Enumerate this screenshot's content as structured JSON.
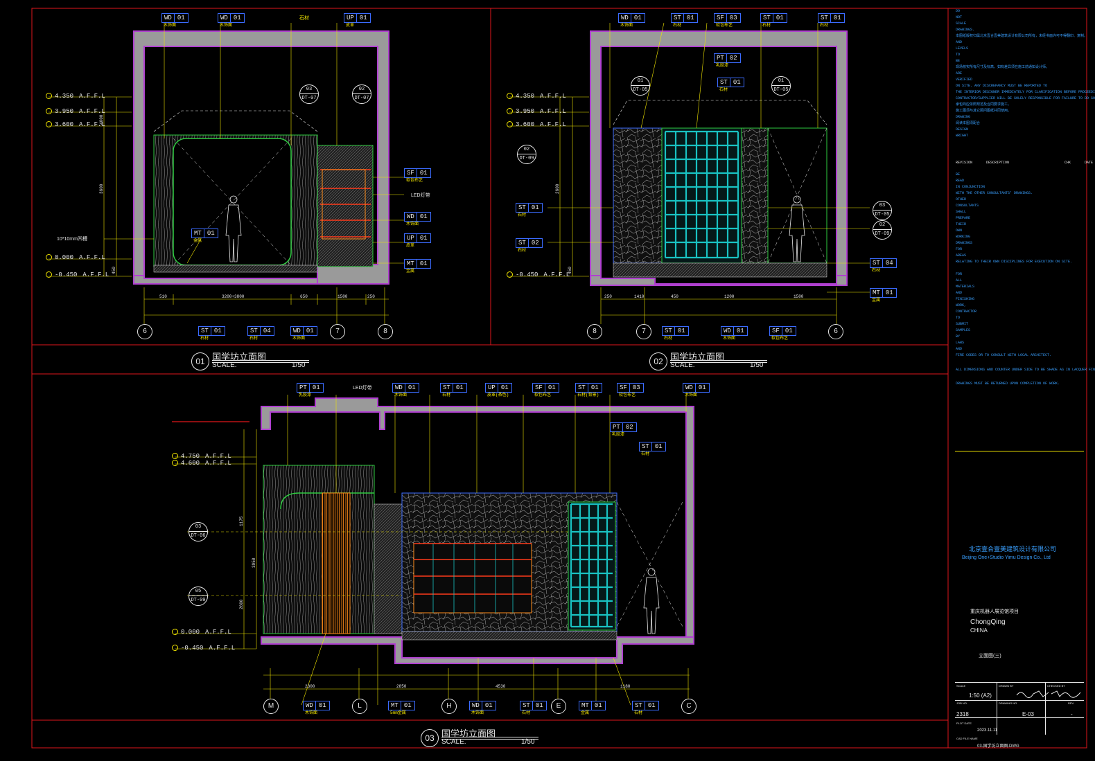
{
  "colors": {
    "background": "#000000",
    "frame": "#e0161b",
    "dimension": "#f2e600",
    "tag": "#3b6bff",
    "wall": "#9a9a9a",
    "wall_outline": "#b040d0",
    "wood": "#ff8c1a",
    "grid": "#19c2c2",
    "led": "#ff3a1a",
    "green": "#2ecc40",
    "white": "#e8e8e8",
    "note": "#3aa0ff"
  },
  "view1": {
    "number": "01",
    "title": "国学坊立面图",
    "scale_label": "SCALE.",
    "scale_value": "1/50",
    "top_tags": [
      {
        "code": "WD",
        "num": "01",
        "desc": "木饰面"
      },
      {
        "code": "WD",
        "num": "01",
        "desc": "木饰面"
      },
      {
        "code": "",
        "num": "",
        "desc": "石材"
      },
      {
        "code": "UP",
        "num": "01",
        "desc": "皮革"
      }
    ],
    "right_tags": [
      {
        "code": "SF",
        "num": "01",
        "desc": "软包布艺"
      },
      {
        "code": "",
        "num": "",
        "desc": "LED灯带"
      },
      {
        "code": "WD",
        "num": "01",
        "desc": "木饰面"
      },
      {
        "code": "UP",
        "num": "01",
        "desc": "皮革"
      },
      {
        "code": "MT",
        "num": "01",
        "desc": "金属"
      }
    ],
    "bottom_tags": [
      {
        "code": "ST",
        "num": "01",
        "desc": "石材"
      },
      {
        "code": "ST",
        "num": "04",
        "desc": "石材"
      },
      {
        "code": "WD",
        "num": "01",
        "desc": "木饰面"
      }
    ],
    "inner_tag": {
      "code": "MT",
      "num": "01",
      "desc": "金属"
    },
    "callouts": [
      {
        "num": "03",
        "sheet": "DT-07"
      },
      {
        "num": "02",
        "sheet": "DT-07"
      }
    ],
    "levels": [
      {
        "value": "4.350",
        "suffix": "A.F.F.L"
      },
      {
        "value": "3.950",
        "suffix": "A.F.F.L"
      },
      {
        "value": "3.600",
        "suffix": "A.F.F.L"
      },
      {
        "value": "0.000",
        "suffix": "A.F.F.L"
      },
      {
        "value": "-0.450",
        "suffix": "A.F.F.L"
      }
    ],
    "side_note": "10*10mm凹槽",
    "axes": [
      "6",
      "7",
      "8"
    ],
    "dims": [
      "510",
      "3200+3800",
      "650",
      "1500",
      "250"
    ],
    "height_dims": [
      "3600",
      "450",
      "4000"
    ]
  },
  "view2": {
    "number": "02",
    "title": "国学坊立面图",
    "scale_label": "SCALE.",
    "scale_value": "1/50",
    "top_tags": [
      {
        "code": "WD",
        "num": "01",
        "desc": "木饰面"
      },
      {
        "code": "ST",
        "num": "01",
        "desc": "石材"
      },
      {
        "code": "SF",
        "num": "03",
        "desc": "软包布艺"
      },
      {
        "code": "ST",
        "num": "01",
        "desc": "石材"
      },
      {
        "code": "ST",
        "num": "01",
        "desc": "石材"
      }
    ],
    "mid_tags": [
      {
        "code": "PT",
        "num": "02",
        "desc": "乳胶漆"
      },
      {
        "code": "ST",
        "num": "01",
        "desc": "石材"
      }
    ],
    "left_tags": [
      {
        "code": "ST",
        "num": "01",
        "desc": "石材"
      },
      {
        "code": "ST",
        "num": "02",
        "desc": "石材"
      }
    ],
    "right_tags": [
      {
        "code": "ST",
        "num": "04",
        "desc": "石材"
      },
      {
        "code": "MT",
        "num": "01",
        "desc": "金属"
      }
    ],
    "bottom_tags": [
      {
        "code": "ST",
        "num": "01",
        "desc": "石材"
      },
      {
        "code": "WD",
        "num": "01",
        "desc": "木饰面"
      },
      {
        "code": "SF",
        "num": "01",
        "desc": "软包布艺"
      }
    ],
    "callouts": [
      {
        "num": "01",
        "sheet": "DT-05"
      },
      {
        "num": "01",
        "sheet": "DT-05"
      },
      {
        "num": "02",
        "sheet": "DT-09"
      },
      {
        "num": "03",
        "sheet": "DT-05"
      },
      {
        "num": "02",
        "sheet": "DT-09"
      }
    ],
    "levels": [
      {
        "value": "4.350",
        "suffix": "A.F.F.L"
      },
      {
        "value": "3.950",
        "suffix": "A.F.F.L"
      },
      {
        "value": "3.600",
        "suffix": "A.F.F.L"
      },
      {
        "value": "-0.450",
        "suffix": "A.F.F.L"
      }
    ],
    "axes": [
      "8",
      "7",
      "6"
    ],
    "dims": [
      "250",
      "1410",
      "450",
      "1200",
      "1500"
    ],
    "height_dims": [
      "2600",
      "450"
    ]
  },
  "view3": {
    "number": "03",
    "title": "国学坊立面图",
    "scale_label": "SCALE.",
    "scale_value": "1/50",
    "top_tags": [
      {
        "code": "PT",
        "num": "01",
        "desc": "乳胶漆"
      },
      {
        "code": "",
        "num": "",
        "desc": "LED灯带"
      },
      {
        "code": "WD",
        "num": "01",
        "desc": "木饰面"
      },
      {
        "code": "ST",
        "num": "01",
        "desc": "石材"
      },
      {
        "code": "UP",
        "num": "01",
        "desc": "皮革(茶色)"
      },
      {
        "code": "SF",
        "num": "01",
        "desc": "软包布艺"
      },
      {
        "code": "ST",
        "num": "01",
        "desc": "石材(背景)"
      },
      {
        "code": "SF",
        "num": "03",
        "desc": "软包布艺"
      },
      {
        "code": "WD",
        "num": "01",
        "desc": "木饰面"
      }
    ],
    "mid_tags": [
      {
        "code": "PT",
        "num": "02",
        "desc": "乳胶漆"
      },
      {
        "code": "ST",
        "num": "01",
        "desc": "石材"
      }
    ],
    "bottom_tags": [
      {
        "code": "WD",
        "num": "01",
        "desc": "木饰面"
      },
      {
        "code": "MT",
        "num": "01",
        "desc": "5mm金属"
      },
      {
        "code": "WD",
        "num": "01",
        "desc": "木饰面"
      },
      {
        "code": "ST",
        "num": "01",
        "desc": "石材"
      },
      {
        "code": "MT",
        "num": "01",
        "desc": "金属"
      },
      {
        "code": "ST",
        "num": "01",
        "desc": "石材"
      }
    ],
    "callouts": [
      {
        "num": "03",
        "sheet": "DT-06"
      },
      {
        "num": "05",
        "sheet": "DT-09"
      }
    ],
    "levels": [
      {
        "value": "4.750",
        "suffix": "A.F.F.L"
      },
      {
        "value": "4.600",
        "suffix": "A.F.F.L"
      },
      {
        "value": "0.000",
        "suffix": "A.F.F.L"
      },
      {
        "value": "-0.450",
        "suffix": "A.F.F.L"
      }
    ],
    "axes": [
      "M",
      "L",
      "H",
      "E",
      "C"
    ],
    "dims": [
      "2300",
      "2850",
      "4530",
      "1180"
    ],
    "height_dims": [
      "1175",
      "3950",
      "2600"
    ]
  },
  "title_block": {
    "notes": [
      "DO",
      "NOT",
      "SCALE",
      "DRAWINGS.",
      "本图纸版权归属北京壹合壹美建筑设计有限公司所有，未经书面许可不得翻印、复制。",
      "AND",
      "LEVELS",
      "TO",
      "BE",
      "现场核实所有尺寸及标高，如有差异须在施工前通知设计师。",
      "ARE",
      "VERIFIED",
      "ON SITE. ANY DISCREPANCY MUST BE REPORTED TO",
      "THE INTERIOR DESIGNER IMMEDIATELY FOR CLARIFICATION BEFORE PROCEEDING. THE",
      "CONTRACTOR/SUPPLIER WILL BE SOLELY RESPONSIBLE FOR FAILURE TO DO SO.",
      "承包商应依照规范及合同要求施工。",
      "施工图须与其它顾问图纸共同使用。",
      "DRAWING",
      "阅读本图须配合",
      "DESIGN",
      "WRIGHT"
    ],
    "rev_header": [
      "REVISION",
      "DESCRIPTION",
      "CHK",
      "DATE"
    ],
    "notes2": [
      "BE",
      "READ",
      "IN CONJUNCTION",
      "WITH THE OTHER CONSULTANTS' DRAWINGS.",
      "OTHER",
      "CONSULTANTS",
      "SHALL",
      "PREPARE",
      "THEIR",
      "OWN",
      "WORKING",
      "DRAWINGS",
      "FOR",
      "AREAS",
      "RELATING TO THEIR OWN DISCIPLINES FOR EXECUTION ON SITE."
    ],
    "notes3": [
      "FOR",
      "ALL",
      "MATERIALS",
      "AND",
      "FINISHING",
      "WORK,",
      "CONTRACTOR",
      "TO",
      "SUBMIT",
      "SAMPLES",
      "BY",
      "LAWS",
      "AND",
      "FIRE CODES OR TO CONSULT WITH LOCAL ARCHITECT."
    ],
    "note_dims": "ALL DIMENSIONS AND COUNTER UNDER SIDE TO BE SHADE AS IN LACQUER FINISH.",
    "note_return": "DRAWINGS MUST BE RETURNED UPON COMPLETION OF WORK.",
    "company_cn": "北京壹合壹美建筑设计有限公司",
    "company_en": "Beijing One+Studio Yimu Design Co., Ltd",
    "project_cn": "重庆机器人展览馆项目",
    "city": "ChongQing",
    "country": "CHINA",
    "drawing_cn": "立面图(三)",
    "scale": "1:50 (A2)",
    "job_no": "2318",
    "drawing_no": "E-03",
    "rev": "-",
    "date": "2023.11.11",
    "file": "03.国学坊立面图.DWG",
    "labels": {
      "scale": "SCALE",
      "drawn": "DRAWN BY",
      "checked": "CHECKED BY",
      "job": "JOB NO.",
      "drawing": "DRAWING NO.",
      "rev": "REV.",
      "plot": "PLOT DATE",
      "file": "CAD FILE NAME"
    }
  }
}
